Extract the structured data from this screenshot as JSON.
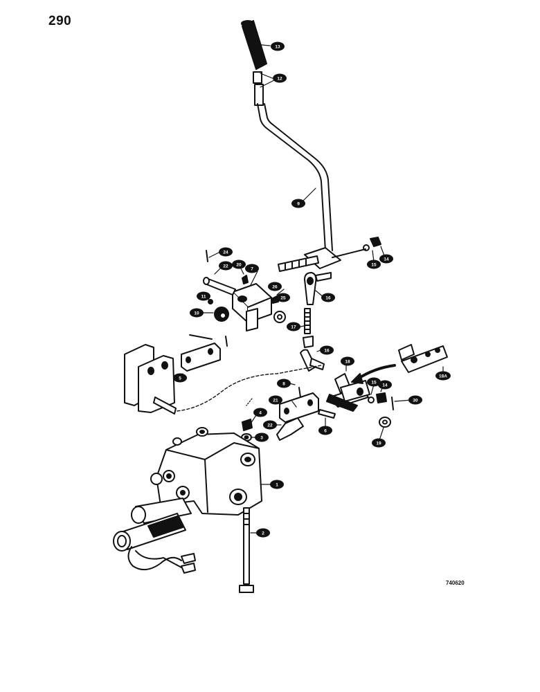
{
  "page_number": "290",
  "drawing_code": "740620",
  "callouts": [
    "13",
    "12",
    "9",
    "24",
    "22",
    "20",
    "7",
    "26",
    "25",
    "11",
    "10",
    "16",
    "15",
    "14",
    "17",
    "16",
    "5",
    "8",
    "18",
    "15",
    "14",
    "30",
    "19",
    "6",
    "21",
    "22",
    "4",
    "3",
    "8",
    "1",
    "2",
    "18A"
  ]
}
